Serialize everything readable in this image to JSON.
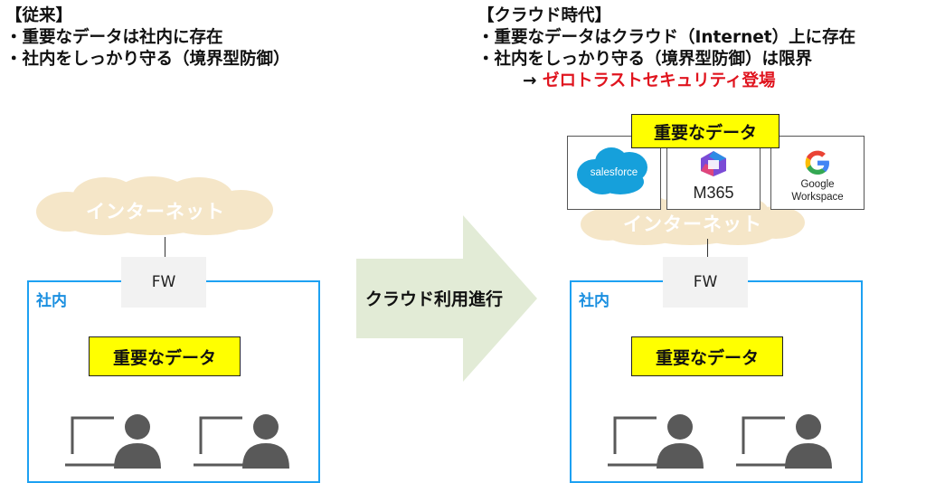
{
  "left": {
    "title": "【従来】",
    "bullet1": "・重要なデータは社内に存在",
    "bullet2": "・社内をしっかり守る（境界型防御）",
    "internet": "インターネット",
    "fw": "FW",
    "office": "社内",
    "data": "重要なデータ"
  },
  "right": {
    "title": "【クラウド時代】",
    "bullet1": "・重要なデータはクラウド（Internet）上に存在",
    "bullet2": "・社内をしっかり守る（境界型防御）は限界",
    "conclusion_arrow": "→",
    "conclusion": "ゼロトラストセキュリティ登場",
    "cloud_data": "重要なデータ",
    "internet": "インターネット",
    "fw": "FW",
    "office": "社内",
    "data": "重要なデータ",
    "services": {
      "salesforce": "salesforce",
      "m365": "M365",
      "google_line1": "Google",
      "google_line2": "Workspace"
    }
  },
  "arrow_label": "クラウド利用進行",
  "colors": {
    "cloud": "#f5e6c8",
    "office_border": "#1da1f2",
    "data_fill": "#ffff00",
    "arrow": "#e2ebd6",
    "highlight": "#e0141e",
    "person": "#595959"
  }
}
